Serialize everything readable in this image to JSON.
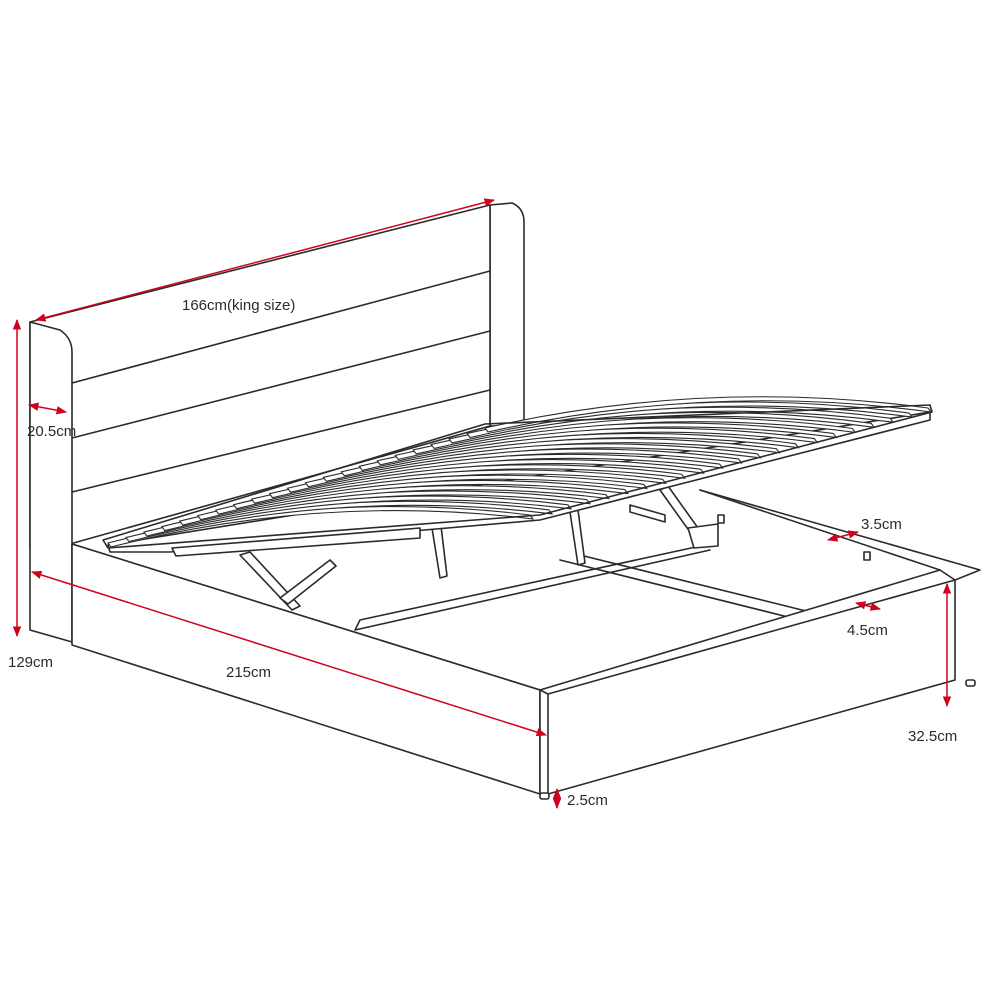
{
  "colors": {
    "line": "#2b2b2b",
    "dimension": "#d0021b",
    "background": "#ffffff"
  },
  "dimensions": {
    "headboard_width": "166cm(king size)",
    "headboard_thickness": "20.5cm",
    "total_height": "129cm",
    "length": "215cm",
    "side_rail": "3.5cm",
    "inner_gap": "4.5cm",
    "base_height": "32.5cm",
    "foot_height": "2.5cm"
  }
}
